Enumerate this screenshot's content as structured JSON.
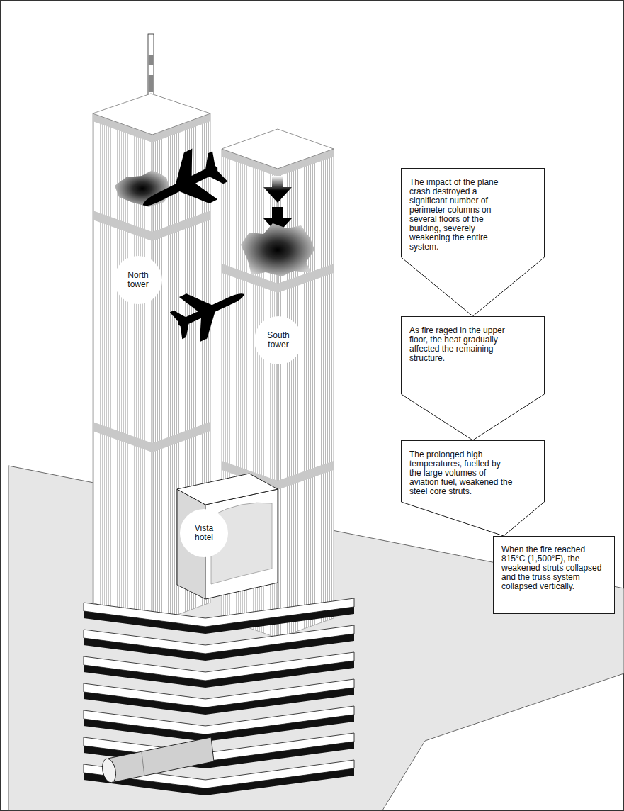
{
  "diagram": {
    "nodes": [
      {
        "text": [
          "The impact of the plane crash destroyed a significant number of perimeter columns on several floors of the building, severely weakening the entire system."
        ]
      },
      {
        "text": [
          "As fire raged in the upper floor, the heat gradually affected the remaining structure."
        ]
      },
      {
        "text": [
          "The prolonged high temperatures, fuelled by the large volumes of aviation fuel, weakened the steel core struts."
        ]
      },
      {
        "text": [
          "When the fire reached 815°C (1,500°F), the weakened struts collapsed and the truss system collapsed vertically."
        ]
      },
      {
        "text": [
          "North tower"
        ]
      },
      {
        "text": [
          "South tower"
        ]
      },
      {
        "text": [
          "Vista hotel"
        ]
      }
    ],
    "edges": [
      {
        "from": 0,
        "to": 1,
        "arrow": "to"
      },
      {
        "from": 1,
        "to": 2,
        "arrow": "to"
      },
      {
        "from": 2,
        "to": 3,
        "arrow": "to"
      }
    ]
  }
}
